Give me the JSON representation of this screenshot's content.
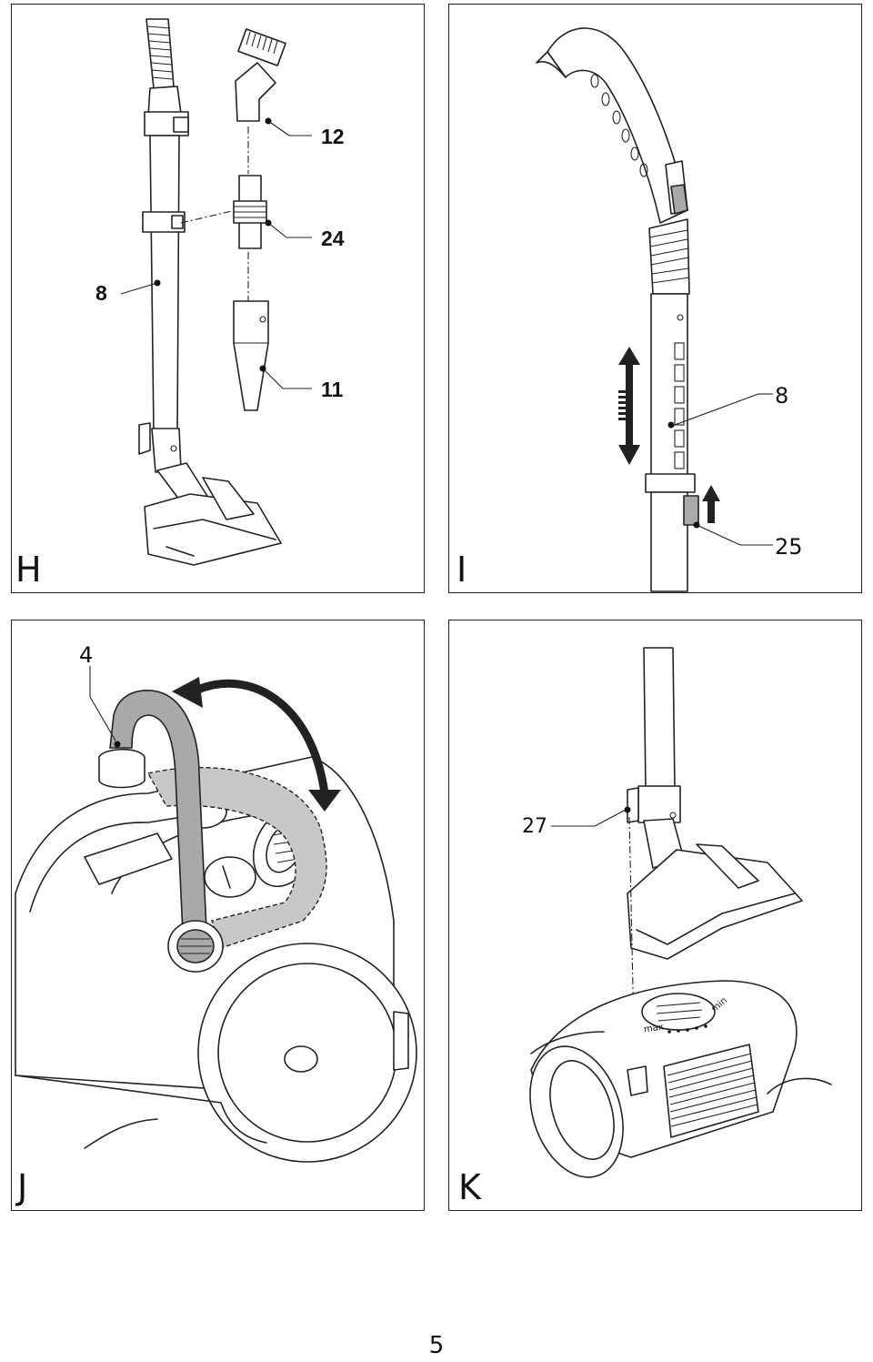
{
  "panels": [
    {
      "letter": "H",
      "callouts": [
        "12",
        "24",
        "8",
        "11"
      ]
    },
    {
      "letter": "I",
      "callouts": [
        "8",
        "25"
      ]
    },
    {
      "letter": "J",
      "callouts": [
        "4"
      ]
    },
    {
      "letter": "K",
      "callouts": [
        "27"
      ],
      "dial": {
        "max": "max",
        "min": "min"
      }
    }
  ],
  "page_number": "5"
}
